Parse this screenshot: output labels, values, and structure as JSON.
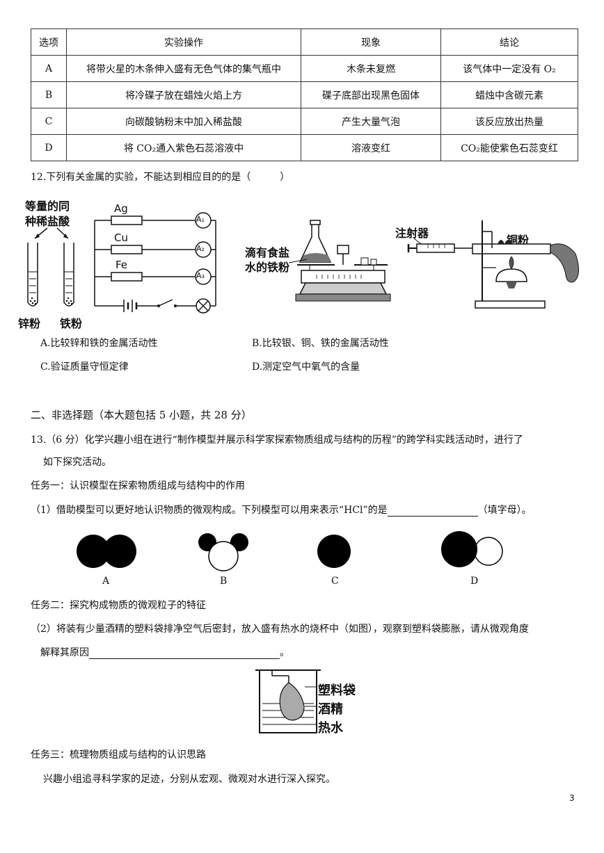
{
  "table": {
    "headers": [
      "选项",
      "实验操作",
      "现象",
      "结论"
    ],
    "rows": [
      [
        "A",
        "将带火星的木条伸入盛有无色气体的集气瓶中",
        "木条未复燃",
        "该气体中一定没有 O₂"
      ],
      [
        "B",
        "将冷碟子放在蜡烛火焰上方",
        "碟子底部出现黑色固体",
        "蜡烛中含碳元素"
      ],
      [
        "C",
        "向碳酸钠粉末中加入稀盐酸",
        "产生大量气泡",
        "该反应放出热量"
      ],
      [
        "D",
        "将 CO₂通入紫色石蕊溶液中",
        "溶液变红",
        "CO₂能使紫色石蕊变红"
      ]
    ]
  },
  "q12": {
    "stem": "12.下列有关金属的实验，不能达到相应目的的是（　　　）",
    "fig1": {
      "label_line1": "等量的同",
      "label_line2": "种稀盐酸",
      "tube_left": "锌粉",
      "tube_right": "铁粉"
    },
    "fig2": {
      "metals": [
        "Ag",
        "Cu",
        "Fe"
      ],
      "meters": [
        "A₁",
        "A₂",
        "A₃"
      ]
    },
    "fig3": {
      "label_line1": "滴有食盐",
      "label_line2": "水的铁粉"
    },
    "fig4": {
      "syringe": "注射器",
      "powder": "铜粉"
    },
    "options": {
      "a": "A.比较锌和铁的金属活动性",
      "b": "B.比较银、铜、铁的金属活动性",
      "c": "C.验证质量守恒定律",
      "d": "D.测定空气中氧气的含量"
    }
  },
  "section2": {
    "title": "二、非选择题（本大题包括 5 小题，共 28 分）"
  },
  "q13": {
    "intro_line1": "13.（6 分）化学兴趣小组在进行“制作模型并展示科学家探索物质组成与结构的历程”的跨学科实践活动时，进行了",
    "intro_line2": "如下探究活动。",
    "task1": "任务一：认识模型在探索物质组成与结构中的作用",
    "sub1_pre": "（1）借助模型可以更好地认识物质的微观构成。下列模型可以用来表示“HCl”的是",
    "sub1_post": "（填字母）。",
    "model_labels": [
      "A",
      "B",
      "C",
      "D"
    ],
    "task2": "任务二：探究构成物质的微观粒子的特征",
    "sub2_line1": "（2）将装有少量酒精的塑料袋排净空气后密封，放入盛有热水的烧杯中（如图），观察到塑料袋膨胀，请从微观角度",
    "sub2_line2_pre": "解释其原因",
    "sub2_line2_post": "。",
    "beaker": {
      "bag": "塑料袋",
      "alcohol": "酒精",
      "water": "热水"
    },
    "task3": "任务三：梳理物质组成与结构的认识思路",
    "task3_text": "兴趣小组追寻科学家的足迹，分别从宏观、微观对水进行深入探究。"
  },
  "page_number": "3"
}
